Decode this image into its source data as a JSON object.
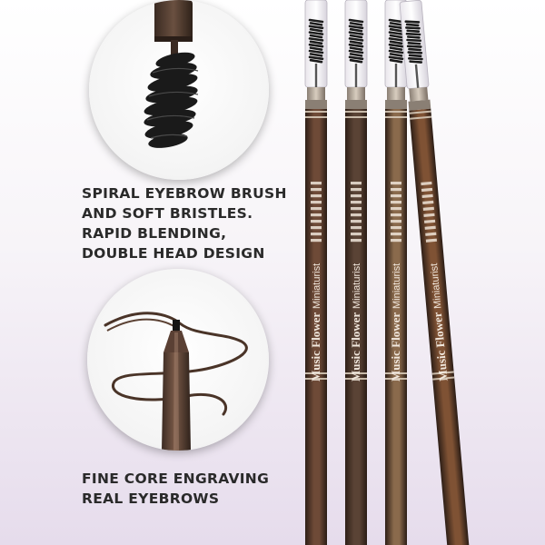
{
  "features": [
    {
      "lines": [
        "SPIRAL EYEBROW BRUSH",
        "AND SOFT BRISTLES.",
        "RAPID BLENDING,",
        "DOUBLE HEAD DESIGN"
      ],
      "image": "spiral-brush-closeup"
    },
    {
      "lines": [
        "FINE CORE ENGRAVING",
        "REAL EYEBROWS"
      ],
      "image": "pencil-tip-closeup"
    }
  ],
  "product": {
    "brand": "Music Flower",
    "model": "Miniaturist",
    "shade_colors": [
      "#6e4a37",
      "#5a4335",
      "#8a6a4c",
      "#7f5234"
    ]
  }
}
